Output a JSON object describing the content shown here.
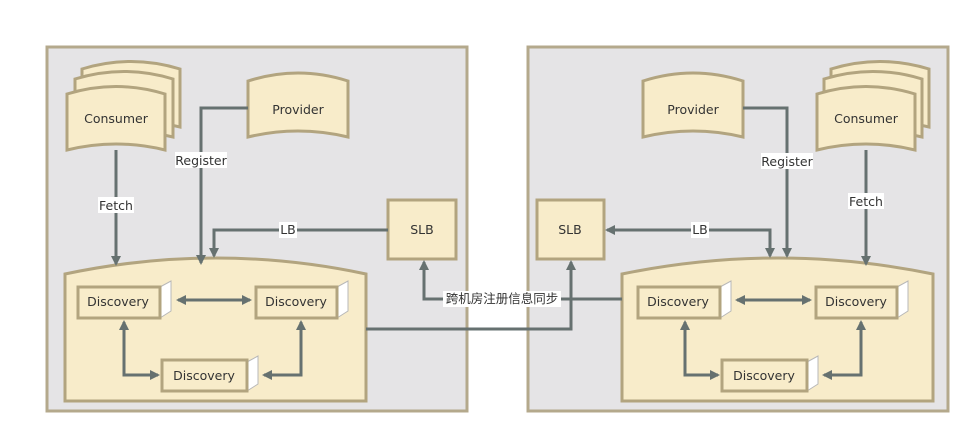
{
  "left_zone": {
    "consumer": "Consumer",
    "provider": "Provider",
    "slb": "SLB",
    "edge_fetch": "Fetch",
    "edge_register": "Register",
    "edge_lb": "LB",
    "discovery_a": "Discovery",
    "discovery_b": "Discovery",
    "discovery_c": "Discovery"
  },
  "right_zone": {
    "consumer": "Consumer",
    "provider": "Provider",
    "slb": "SLB",
    "edge_fetch": "Fetch",
    "edge_register": "Register",
    "edge_lb": "LB",
    "discovery_a": "Discovery",
    "discovery_b": "Discovery",
    "discovery_c": "Discovery"
  },
  "sync_label": "跨机房注册信息同步",
  "colors": {
    "zone_fill": "#e5e4e6",
    "zone_border": "#b4a98c",
    "node_fill": "#f8ecca",
    "node_border": "#b2a47f",
    "edge": "#667170"
  }
}
